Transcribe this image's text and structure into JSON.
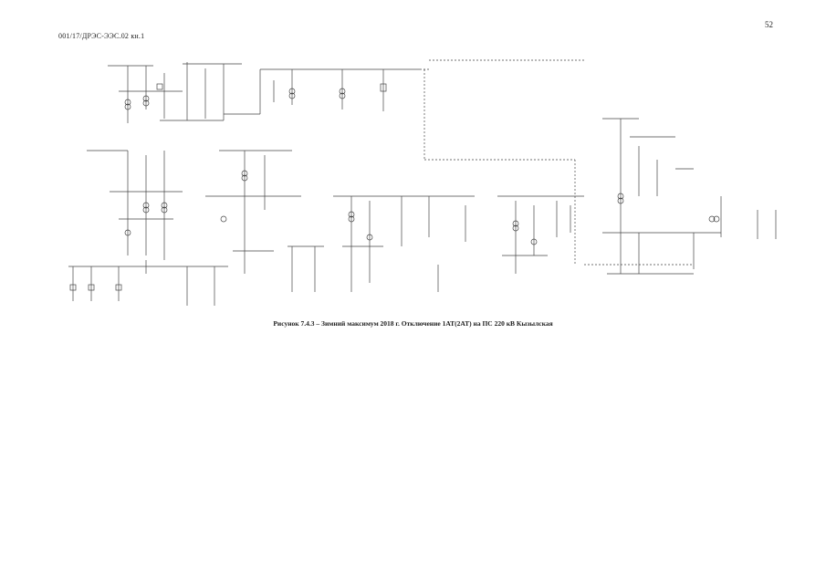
{
  "page": {
    "number": "52",
    "doc_code": "001/17/ДРЭС-ЭЭС.02  кн.1"
  },
  "diagram": {
    "caption": "Рисунок 7.4.3 – Зимний максимум 2018 г. Отключение 1АТ(2АТ) на ПС 220 кВ Кызылская"
  }
}
